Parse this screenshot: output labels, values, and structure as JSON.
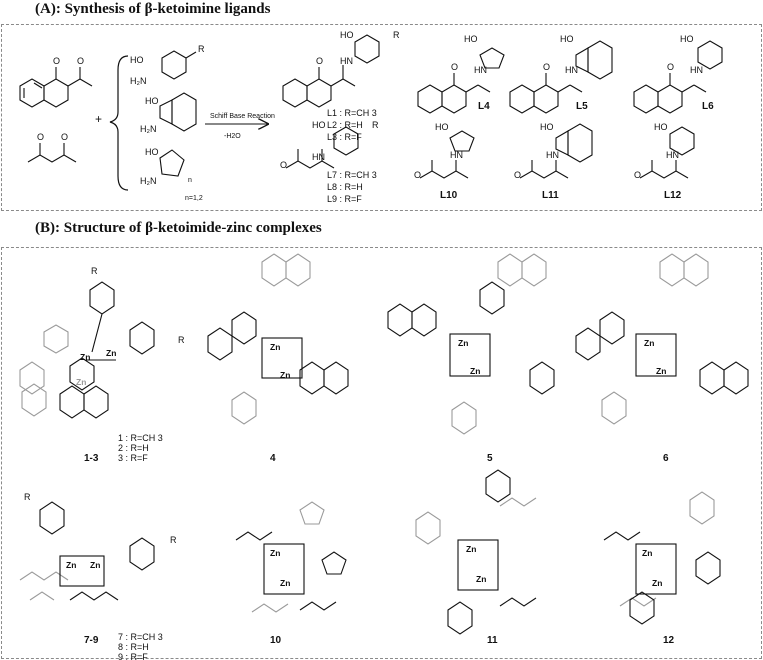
{
  "section_a": {
    "title": "(A):  Synthesis of β-ketoimine ligands",
    "reaction_label": "Schiff Base Reaction",
    "byproduct": "-H2O",
    "ring_note": "n=1,2",
    "substituent": "R",
    "ligand_labels": [
      "L1 : R=CH 3",
      "L2 : R=H",
      "L3 : R=F",
      "L4",
      "L5",
      "L6",
      "L7 : R=CH 3",
      "L8 : R=H",
      "L9 : R=F",
      "L10",
      "L11",
      "L12"
    ]
  },
  "section_b": {
    "title": "(B):  Structure of β-ketoimide-zinc complexes",
    "complexes": [
      "1-3",
      "4",
      "5",
      "6",
      "7-9",
      "10",
      "11",
      "12"
    ],
    "legend_1_3": [
      "1 : R=CH 3",
      "2 : R=H",
      "3 : R=F"
    ],
    "legend_7_9": [
      "7 : R=CH 3",
      "8 : R=H",
      "9 : R=F"
    ],
    "metal": "Zn"
  },
  "colors": {
    "ink": "#111111",
    "shadow": "#9a9a9a",
    "border": "#8a8a8a"
  }
}
